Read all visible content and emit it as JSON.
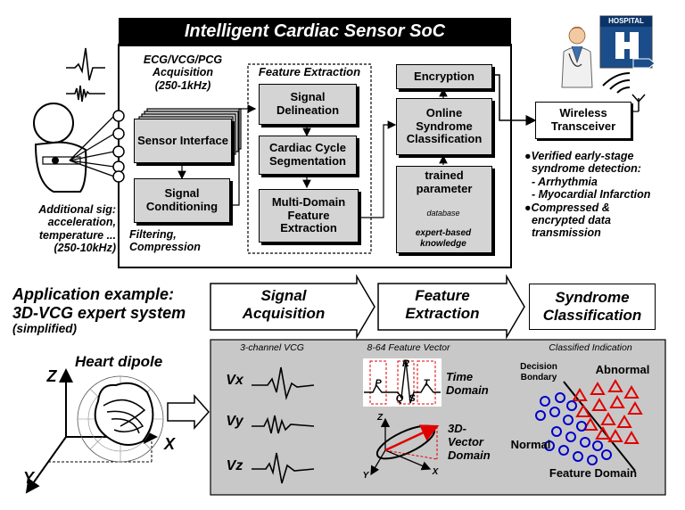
{
  "title": "Intelligent Cardiac Sensor SoC",
  "acq": {
    "line1": "ECG/VCG/PCG",
    "line2": "Acquisition",
    "line3": "(250-1kHz)"
  },
  "sensor_interface": "Sensor Interface",
  "signal_conditioning": "Signal Conditioning",
  "filtering": "Filtering, Compression",
  "feature_extraction_title": "Feature Extraction",
  "signal_delineation": "Signal Delineation",
  "cardiac_cycle": "Cardiac Cycle Segmentation",
  "multidomain": "Multi-Domain Feature Extraction",
  "encryption": "Encryption",
  "online_syndrome": "Online Syndrome Classification",
  "trained_parameter": "trained parameter",
  "database": "database",
  "expert_knowledge": "expert-based knowledge",
  "wireless": "Wireless Transceiver",
  "hospital": "HOSPITAL",
  "hospital_letter": "H",
  "additional_sig": {
    "line1": "Additional sig:",
    "line2": "acceleration,",
    "line3": "temperature ...",
    "line4": "(250-10kHz)"
  },
  "verified": {
    "line1": "●Verified early-stage",
    "line2": "syndrome detection:",
    "line3": "- Arrhythmia",
    "line4": "- Myocardial Infarction",
    "line5": "●Compressed &",
    "line6": "encrypted data",
    "line7": "transmission"
  },
  "app": {
    "line1": "Application example:",
    "line2": "3D-VCG expert system",
    "line3": "(simplified)"
  },
  "flow": {
    "signal_acq": {
      "line1": "Signal",
      "line2": "Acquisition"
    },
    "feature_ext": {
      "line1": "Feature",
      "line2": "Extraction"
    },
    "syndrome": {
      "line1": "Syndrome",
      "line2": "Classification"
    }
  },
  "heart_dipole": "Heart dipole",
  "axes": {
    "z": "Z",
    "x": "X",
    "y": "Y"
  },
  "panel": {
    "vcg_title": "3-channel VCG",
    "fv_title": "8-64 Feature Vector",
    "ci_title": "Classified Indication",
    "vx": "Vx",
    "vy": "Vy",
    "vz": "Vz",
    "time_domain": {
      "line1": "Time",
      "line2": "Domain"
    },
    "vec_domain": {
      "line1": "3D-",
      "line2": "Vector",
      "line3": "Domain"
    },
    "pqrst": {
      "p": "P",
      "q": "Q",
      "r": "R",
      "s": "S",
      "t": "T"
    },
    "small_axes": {
      "z": "Z",
      "x": "X",
      "y": "Y"
    },
    "decision": {
      "line1": "Decision",
      "line2": "Bondary"
    },
    "abnormal": "Abnormal",
    "normal": "Normal",
    "feature_domain": "Feature Domain"
  },
  "colors": {
    "abnormal": "#e00000",
    "normal": "#0000cc",
    "block": "#d4d4d4",
    "panel": "#c8c8c8"
  }
}
